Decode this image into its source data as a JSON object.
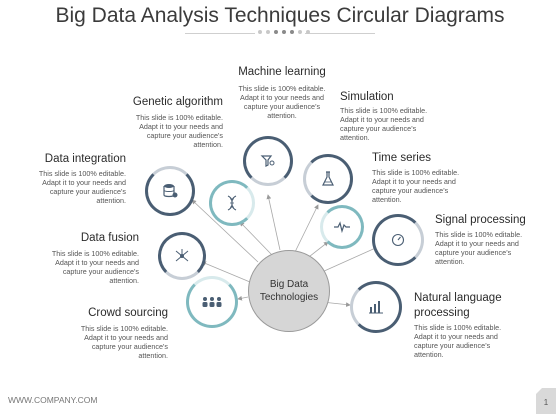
{
  "title": "Big Data Analysis Techniques Circular Diagrams",
  "center_label": "Big Data\nTechnologies",
  "nodes": [
    {
      "label": "Machine learning",
      "text": "This slide is 100% editable. Adapt it to your needs and capture your audience’s attention.",
      "icon": "funnel-icon"
    },
    {
      "label": "Genetic algorithm",
      "text": "This slide is 100% editable. Adapt it to your needs and capture your audience’s attention.",
      "icon": "dna-icon"
    },
    {
      "label": "Simulation",
      "text": "This slide is 100% editable. Adapt it to your needs and capture your audience’s attention.",
      "icon": "flask-icon"
    },
    {
      "label": "Data integration",
      "text": "This slide is 100% editable. Adapt it to your needs and capture your audience’s attention.",
      "icon": "database-icon"
    },
    {
      "label": "Time series",
      "text": "This slide is 100% editable. Adapt it to your needs and capture your audience’s attention.",
      "icon": "pulse-icon"
    },
    {
      "label": "Signal processing",
      "text": "This slide is 100% editable. Adapt it to your needs and capture your audience’s attention.",
      "icon": "gauge-icon"
    },
    {
      "label": "Data fusion",
      "text": "This slide is 100% editable. Adapt it to your needs and capture your audience’s attention.",
      "icon": "network-icon"
    },
    {
      "label": "Crowd sourcing",
      "text": "This slide is 100% editable. Adapt it to your needs and capture your audience’s attention.",
      "icon": "crowd-icon"
    },
    {
      "label": "Natural language\nprocessing",
      "text": "This slide is 100% editable. Adapt it to your needs and capture your audience’s attention.",
      "icon": "bar-chart-icon"
    }
  ],
  "footer": "WWW.COMPANY.COM",
  "page_number": "1",
  "colors": {
    "dark_ring": "#4a5e73",
    "teal_ring": "#7fb9bf",
    "center_fill": "#d6d6d6"
  }
}
